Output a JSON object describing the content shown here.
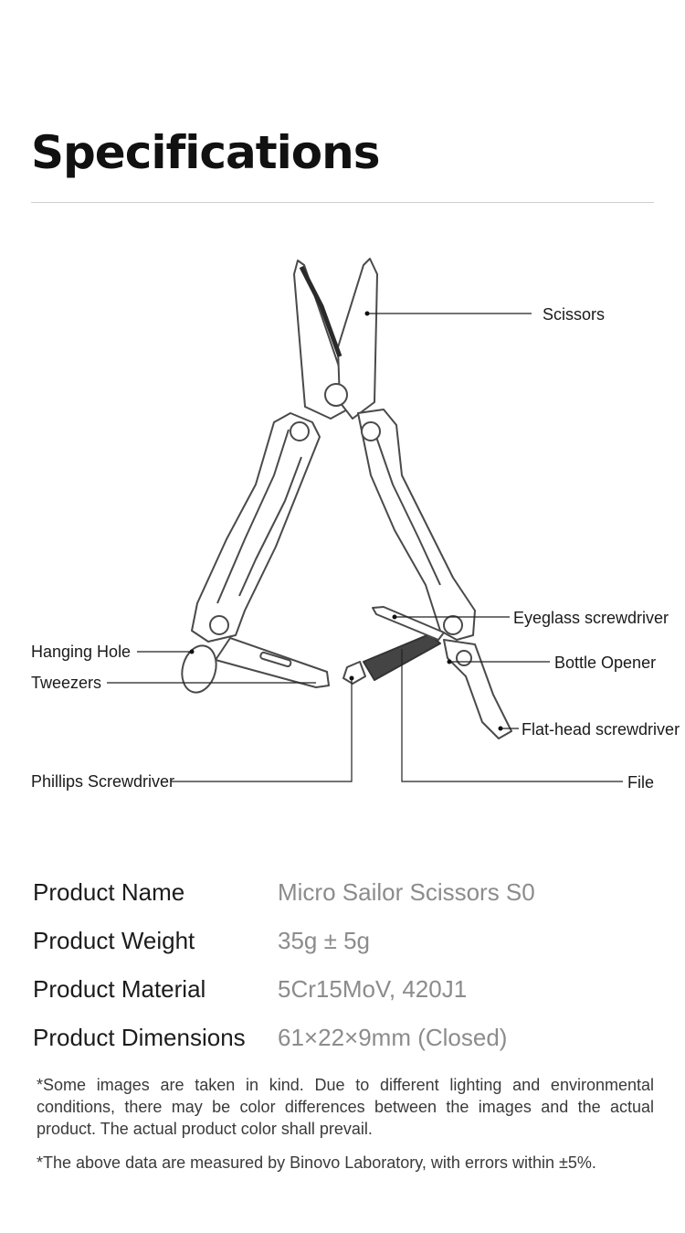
{
  "page": {
    "title": "Specifications"
  },
  "diagram": {
    "labels": {
      "scissors": "Scissors",
      "eyeglass": "Eyeglass screwdriver",
      "hanging_hole": "Hanging Hole",
      "bottle_opener": "Bottle Opener",
      "tweezers": "Tweezers",
      "flathead": "Flat-head screwdriver",
      "phillips": "Phillips Screwdriver",
      "file": "File"
    }
  },
  "specs": [
    {
      "label": "Product Name",
      "value": "Micro Sailor Scissors S0"
    },
    {
      "label": "Product Weight",
      "value": "35g ± 5g"
    },
    {
      "label": "Product Material",
      "value": "5Cr15MoV, 420J1"
    },
    {
      "label": "Product Dimensions",
      "value": "61×22×9mm (Closed)"
    }
  ],
  "notes": {
    "note1": "*Some images are taken in kind. Due to different lighting and environmental conditions, there may be color differences between the images and the actual product. The actual product color shall prevail.",
    "note2": "*The above data are measured by Binovo Laboratory, with errors within ±5%."
  }
}
